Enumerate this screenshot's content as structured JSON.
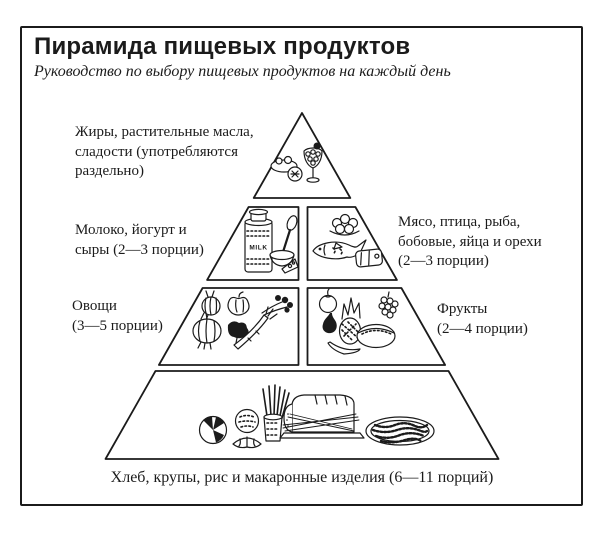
{
  "header": {
    "title": "Пирамида пищевых продуктов",
    "subtitle": "Руководство по выбору пищевых продуктов на каждый день"
  },
  "pyramid": {
    "tiers": [
      {
        "id": "fats-oils-sweets",
        "label_lines": [
          "Жиры, растительные масла,",
          "сладости (употребляются",
          "раздельно)"
        ]
      },
      {
        "id": "dairy",
        "label_lines": [
          "Молоко, йогурт и",
          "сыры (2—3 порции)"
        ]
      },
      {
        "id": "protein",
        "label_lines": [
          "Мясо, птица, рыба,",
          "бобовые, яйца и орехи",
          "(2—3 порции)"
        ]
      },
      {
        "id": "vegetables",
        "label_lines": [
          "Овощи",
          "(3—5 порции)"
        ]
      },
      {
        "id": "fruits",
        "label_lines": [
          "Фрукты",
          "(2—4 порции)"
        ]
      },
      {
        "id": "grains",
        "label": "Хлеб, крупы, рис и макаронные изделия (6—11 порций)"
      }
    ]
  },
  "illustrations": {
    "fats_oils_sweets": "goblet-of-sweets-with-candy-dish",
    "dairy": "milk-churn-spoon-bowl-cheese",
    "milk_can_label": "MILK",
    "protein": "fish-eggs-ham",
    "vegetables": "onions-pepper-greens-broccoli-carrot",
    "fruits": "apple-pear-pineapple-grapes-melon-banana",
    "grains": "sliced-bun-breadsticks-croissant-bread-loaf-spaghetti-grain-plate"
  },
  "colors": {
    "ink": "#1b1b1b",
    "paper": "#ffffff"
  }
}
